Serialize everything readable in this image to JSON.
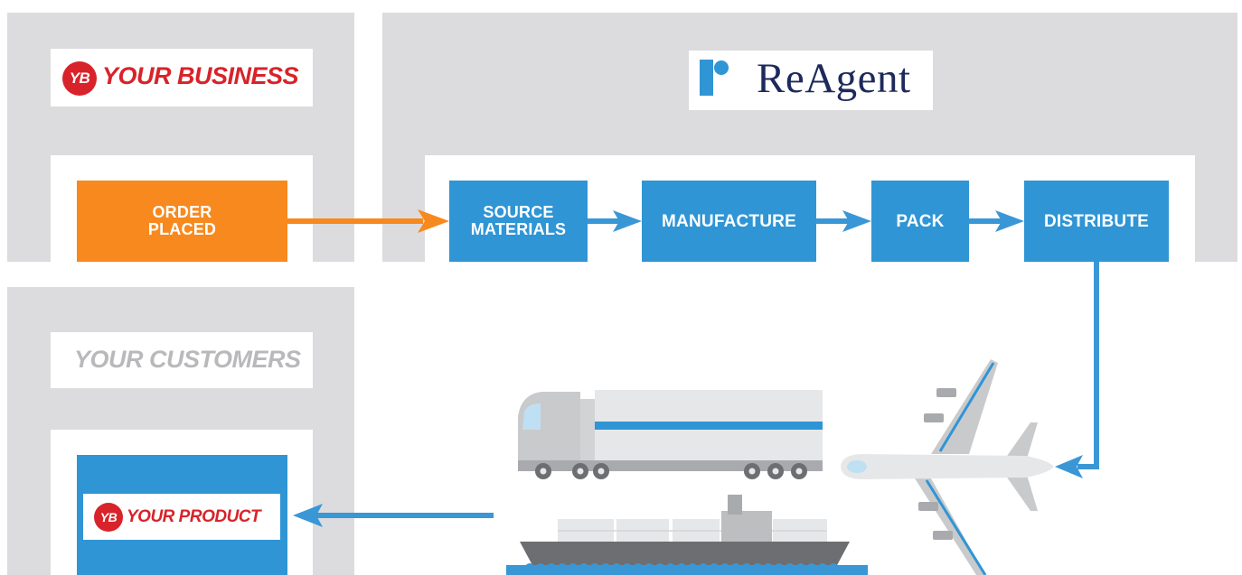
{
  "business_panel": {
    "logo_badge": "YB",
    "logo_text": "YOUR BUSINESS",
    "step_line1": "ORDER",
    "step_line2": "PLACED"
  },
  "reagent_panel": {
    "logo_text": "ReAgent",
    "steps": [
      {
        "line1": "SOURCE",
        "line2": "MATERIALS"
      },
      {
        "line1": "MANUFACTURE",
        "line2": ""
      },
      {
        "line1": "PACK",
        "line2": ""
      },
      {
        "line1": "DISTRIBUTE",
        "line2": ""
      }
    ]
  },
  "customers_panel": {
    "title": "YOUR CUSTOMERS",
    "product_badge": "YB",
    "product_text": "YOUR PRODUCT"
  },
  "colors": {
    "panel": "#dcdcde",
    "process_blue": "#2f95d5",
    "order_orange": "#f7891e",
    "brand_red": "#d8232a",
    "reagent_navy": "#1d2a5b",
    "arrow_blue": "#3a97d6"
  },
  "icons": [
    "yb-logo-icon",
    "reagent-logo-icon",
    "truck-icon",
    "airplane-icon",
    "cargo-ship-icon",
    "arrow-right-icon",
    "arrow-left-icon"
  ]
}
